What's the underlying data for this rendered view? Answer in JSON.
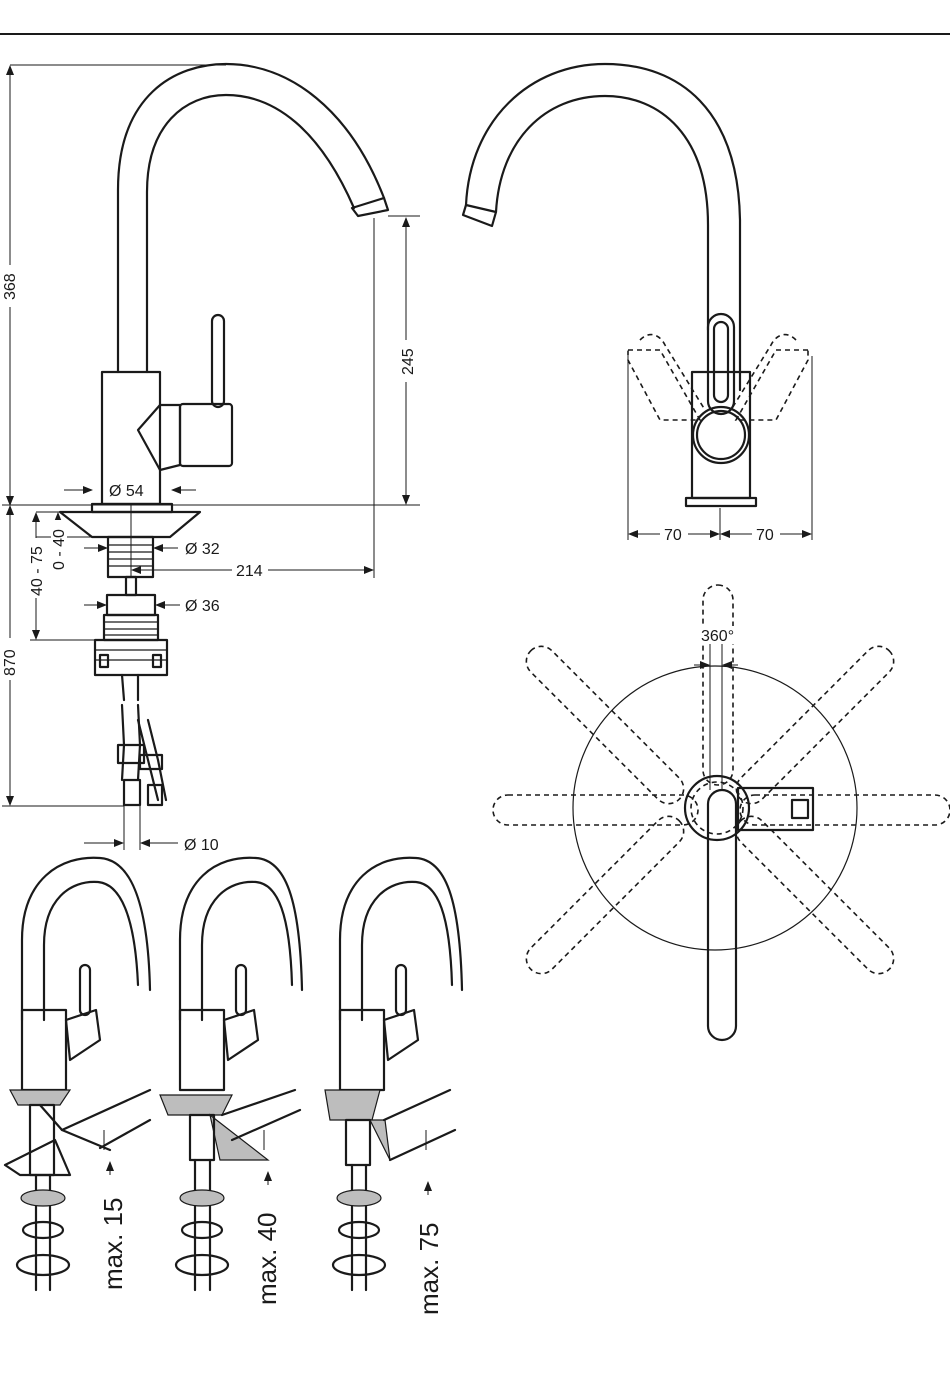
{
  "dimensions": {
    "total_height": "368",
    "spout_height": "245",
    "base_diameter": "Ø 54",
    "shank_diameter": "Ø 32",
    "nut_diameter": "Ø 36",
    "reach": "214",
    "deck_range_a": "0 - 40",
    "deck_range_b": "40 - 75",
    "hose_length": "870",
    "hose_diameter": "Ø 10",
    "lever_swing_left": "70",
    "lever_swing_right": "70",
    "rotation": "360°"
  },
  "install_panels": [
    {
      "label": "max. 15"
    },
    {
      "label": "max. 40"
    },
    {
      "label": "max. 75"
    }
  ]
}
